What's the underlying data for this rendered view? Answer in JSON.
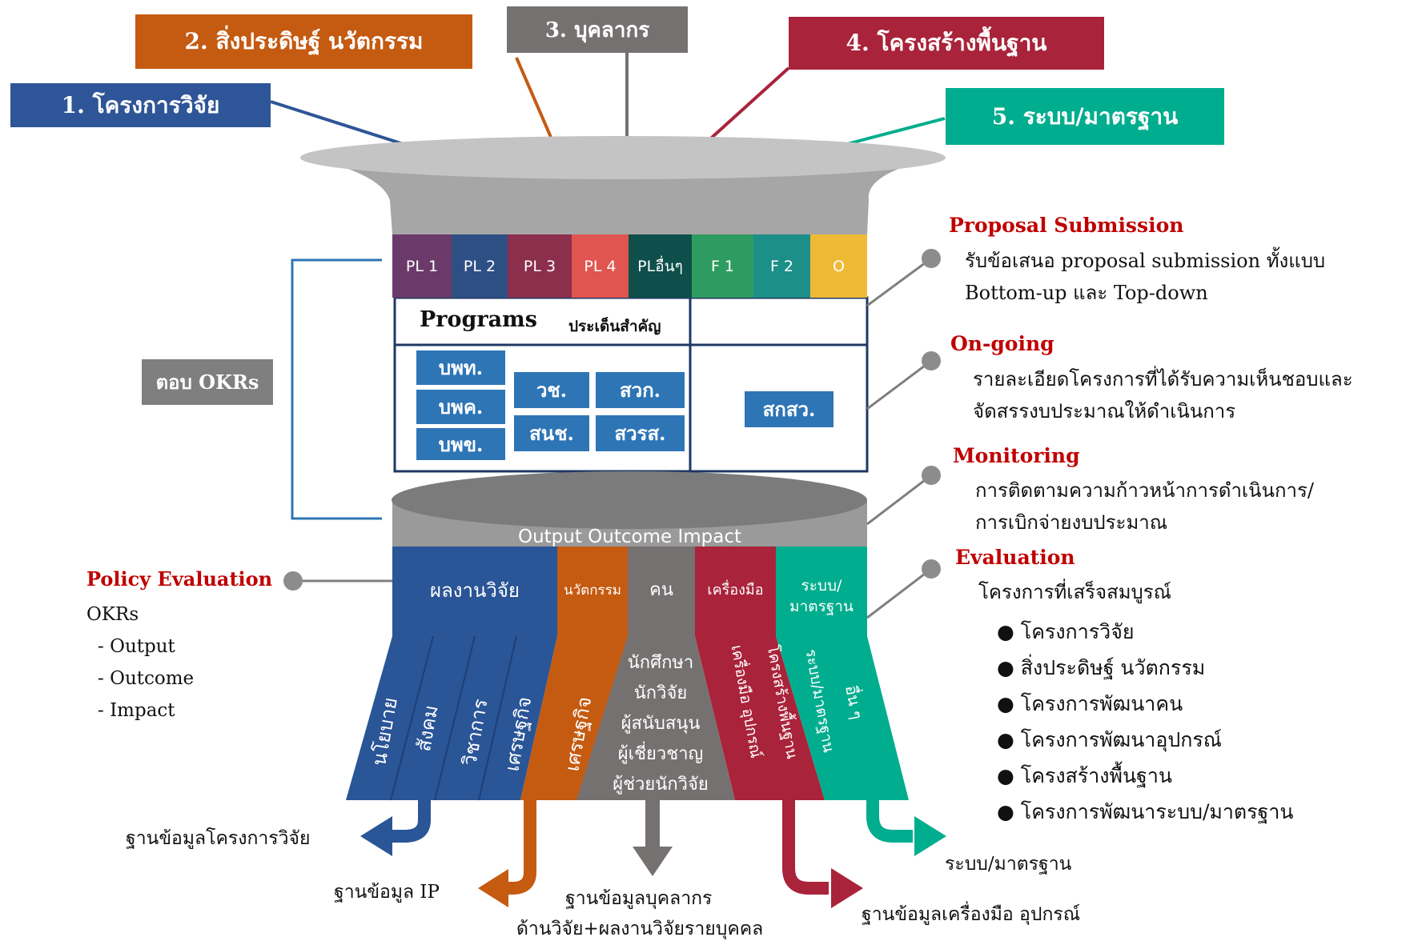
{
  "inputs": [
    {
      "label": "1. โครงการวิจัย",
      "color": "#2e5597"
    },
    {
      "label": "2. สิ่งประดิษฐ์ นวัตกรรม",
      "color": "#c55a11"
    },
    {
      "label": "3. บุคลากร",
      "color": "#767171"
    },
    {
      "label": "4. โครงสร้างพื้นฐาน",
      "color": "#a9233a"
    },
    {
      "label": "5. ระบบ/มาตรฐาน",
      "color": "#00ad8e"
    }
  ],
  "pl_tabs": [
    {
      "label": "PL 1",
      "color": "#6b3a6b"
    },
    {
      "label": "PL 2",
      "color": "#2e4f84"
    },
    {
      "label": "PL 3",
      "color": "#8b2f4d"
    },
    {
      "label": "PL  4",
      "color": "#e0554f"
    },
    {
      "label": "PLอื่นๆ",
      "color": "#0e4f4b"
    },
    {
      "label": "F 1",
      "color": "#2e9c61"
    },
    {
      "label": "F 2",
      "color": "#1c8f88"
    },
    {
      "label": "O",
      "color": "#efb935"
    }
  ],
  "programs": {
    "title": "Programs",
    "subtitle": "ประเด็นสำคัญ"
  },
  "agencies": [
    "บพท.",
    "บพค.",
    "บพข.",
    "วช.",
    "สนช.",
    "สวก.",
    "สวรส.",
    "สกสว."
  ],
  "okr_label": "ตอบ OKRs",
  "funnel_rim_text": "Output  Outcome  Impact",
  "output_columns": [
    {
      "label": "ผลงานวิจัย",
      "color": "#2a5597"
    },
    {
      "label": "นวัตกรรม",
      "color": "#c55a11"
    },
    {
      "label": "คน",
      "color": "#767171"
    },
    {
      "label": "เครื่องมือ",
      "color": "#a9233a"
    },
    {
      "label": "ระบบ/\nมาตรฐาน",
      "color": "#00ad8e"
    }
  ],
  "impact_labels": {
    "research": [
      "นโยบาย",
      "สังคม",
      "วิชาการ",
      "เศรษฐกิจ"
    ],
    "innovation": [
      "เศรษฐกิจ"
    ],
    "people": [
      "นักศึกษา",
      "นักวิจัย",
      "ผู้สนับสนุน",
      "ผู้เชี่ยวชาญ",
      "ผู้ช่วยนักวิจัย"
    ],
    "tools": [
      "เครื่องมือ อุปกรณ์",
      "โครงสร้างพื้นฐาน"
    ],
    "systems": [
      "ระบบ/มาตรฐาน",
      "อื่น ๆ"
    ]
  },
  "databases": {
    "research": "ฐานข้อมูลโครงการวิจัย",
    "ip": "ฐานข้อมูล IP",
    "personnel_line1": "ฐานข้อมูลบุคลากร",
    "personnel_line2": "ด้านวิจัย+ผลงานวิจัยรายบุคคล",
    "tools": "ฐานข้อมูลเครื่องมือ อุปกรณ์",
    "systems": "ระบบ/มาตรฐาน"
  },
  "policy": {
    "title": "Policy Evaluation",
    "lines": [
      "OKRs",
      "- Output",
      "- Outcome",
      "- Impact"
    ]
  },
  "stages": [
    {
      "title": "Proposal Submission",
      "lines": [
        "รับข้อเสนอ proposal submission ทั้งแบบ",
        "Bottom-up และ Top-down"
      ]
    },
    {
      "title": "On-going",
      "lines": [
        "รายละเอียดโครงการที่ได้รับความเห็นชอบและ",
        "จัดสรรงบประมาณให้ดำเนินการ"
      ]
    },
    {
      "title": "Monitoring",
      "lines": [
        "การติดตามความก้าวหน้าการดำเนินการ/",
        "การเบิกจ่ายงบประมาณ"
      ]
    },
    {
      "title": "Evaluation",
      "lines": [
        "โครงการที่เสร็จสมบูรณ์"
      ]
    }
  ],
  "evaluation_items": [
    "โครงการวิจัย",
    "สิ่งประดิษฐ์ นวัตกรรม",
    "โครงการพัฒนาคน",
    "โครงการพัฒนาอุปกรณ์",
    "โครงสร้างพื้นฐาน",
    "โครงการพัฒนาระบบ/มาตรฐาน"
  ],
  "colors": {
    "accent_red": "#c00000",
    "agency_blue": "#2e75b6",
    "frame_navy": "#1f3864",
    "grey_tag": "#7f7f7f"
  }
}
